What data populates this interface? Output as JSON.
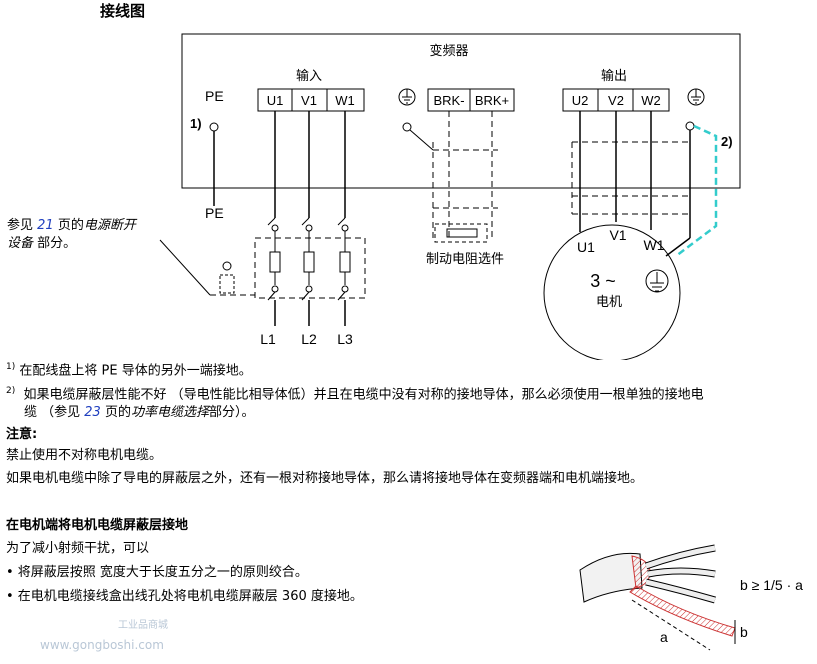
{
  "heading": "接线图",
  "diagram": {
    "drive_label": "变频器",
    "input_label": "输入",
    "output_label": "输出",
    "pe_top": "PE",
    "pe_bottom": "PE",
    "note1_marker": "1)",
    "note2_marker": "2)",
    "input_terminals": [
      "U1",
      "V1",
      "W1"
    ],
    "brake_terminals": [
      "BRK-",
      "BRK+"
    ],
    "output_terminals": [
      "U2",
      "V2",
      "W2"
    ],
    "brake_option_label": "制动电阻选件",
    "mains_lines": [
      "L1",
      "L2",
      "L3"
    ],
    "motor_terminals": [
      "U1",
      "V1",
      "W1"
    ],
    "motor_phase": "3 ~",
    "motor_label": "电机",
    "disconnect_note": {
      "prefix": "参见 ",
      "page": "21",
      "mid": " 页的",
      "ref": "电源断开",
      "ref2": "设备",
      "suffix": " 部分。"
    }
  },
  "notes": {
    "note1": {
      "num": "1)",
      "text": " 在配线盘上将 PE 导体的另外一端接地。"
    },
    "note2": {
      "num": "2)",
      "line1": "如果电缆屏蔽层性能不好 （导电性能比相导体低）并且在电缆中没有对称的接地导体，那么必须使用一根单独的接地电",
      "line2_prefix": "缆 （参见 ",
      "page": "23",
      "line2_mid": " 页的",
      "ref": "功率电缆选择",
      "line2_suffix": "部分）。"
    }
  },
  "attention": {
    "title": "注意:",
    "line1": "禁止使用不对称电机电缆。",
    "line2": "如果电机电缆中除了导电的屏蔽层之外，还有一根对称接地导体，那么请将接地导体在变频器端和电机端接地。"
  },
  "shield": {
    "title": "在电机端将电机电缆屏蔽层接地",
    "intro": "为了减小射频干扰，可以",
    "bullet1": "• 将屏蔽层按照 宽度大于长度五分之一的原则绞合。",
    "bullet2": "• 在电机电缆接线盒出线孔处将电机电缆屏蔽层 360 度接地。",
    "formula": "b ≥ 1/5 · a",
    "label_a": "a",
    "label_b": "b"
  },
  "watermark": {
    "url": "www.gongboshi.com",
    "brand": "工业品商城"
  },
  "colors": {
    "link": "#1f3fbf",
    "pe_dashed": "#33cccc",
    "shield_red": "#cc3333"
  }
}
